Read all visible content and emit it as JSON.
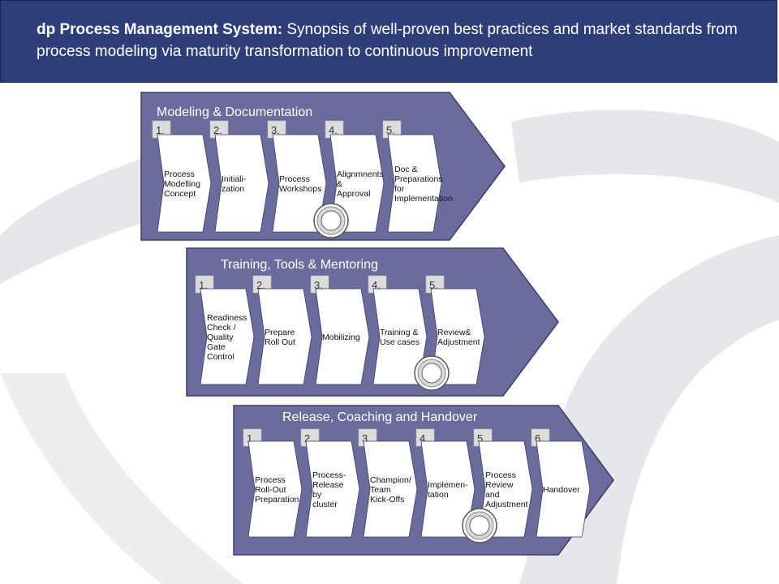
{
  "header": {
    "title_bold": "dp Process Management System:",
    "title_rest": " Synopsis of well-proven best practices and market standards from process modeling via maturity transformation to continuous improvement"
  },
  "colors": {
    "header_bg": "#2e3e78",
    "phase_fill": "#6b6c9c",
    "phase_stroke": "#3a3c6c",
    "number_box": "#dcdcdc",
    "step_fill": "#ffffff",
    "background_swirl": "#e6e7ea"
  },
  "phases": [
    {
      "title": "Modeling & Documentation",
      "steps": [
        {
          "number": "1.",
          "lines": [
            "Process",
            "Modelling",
            "Concept"
          ]
        },
        {
          "number": "2.",
          "lines": [
            "Initiali-",
            "zation"
          ]
        },
        {
          "number": "3.",
          "lines": [
            "Process",
            "Workshops"
          ]
        },
        {
          "number": "4.",
          "lines": [
            "Alignmnents",
            "&",
            "Approval"
          ]
        },
        {
          "number": "5.",
          "lines": [
            "Doc &",
            "Preparations",
            "for",
            "Implementation"
          ]
        }
      ],
      "milestone_after_step": 3
    },
    {
      "title": "Training, Tools & Mentoring",
      "steps": [
        {
          "number": "1.",
          "lines": [
            "Readiness",
            "Check /",
            "Quality",
            "Gate",
            "Control"
          ]
        },
        {
          "number": "2.",
          "lines": [
            "Prepare",
            "Roll Out"
          ]
        },
        {
          "number": "3.",
          "lines": [
            "Mobilizing"
          ]
        },
        {
          "number": "4.",
          "lines": [
            "Training &",
            "Use cases"
          ]
        },
        {
          "number": "5.",
          "lines": [
            "Review&",
            "Adjustment"
          ]
        }
      ],
      "milestone_after_step": 4
    },
    {
      "title": "Release, Coaching and Handover",
      "steps": [
        {
          "number": "1.",
          "lines": [
            "Process",
            "Roll-Out",
            "Preparation"
          ]
        },
        {
          "number": "2.",
          "lines": [
            "Process-",
            "Release",
            "by",
            "cluster"
          ]
        },
        {
          "number": "3.",
          "lines": [
            "Champion/",
            "Team",
            "Kick-Offs"
          ]
        },
        {
          "number": "4.",
          "lines": [
            "Implemen-",
            "tation"
          ]
        },
        {
          "number": "5.",
          "lines": [
            "Process",
            "Review",
            "and",
            "Adjustment"
          ]
        },
        {
          "number": "6.",
          "lines": [
            "Handover"
          ]
        }
      ],
      "milestone_after_step": 4
    }
  ]
}
